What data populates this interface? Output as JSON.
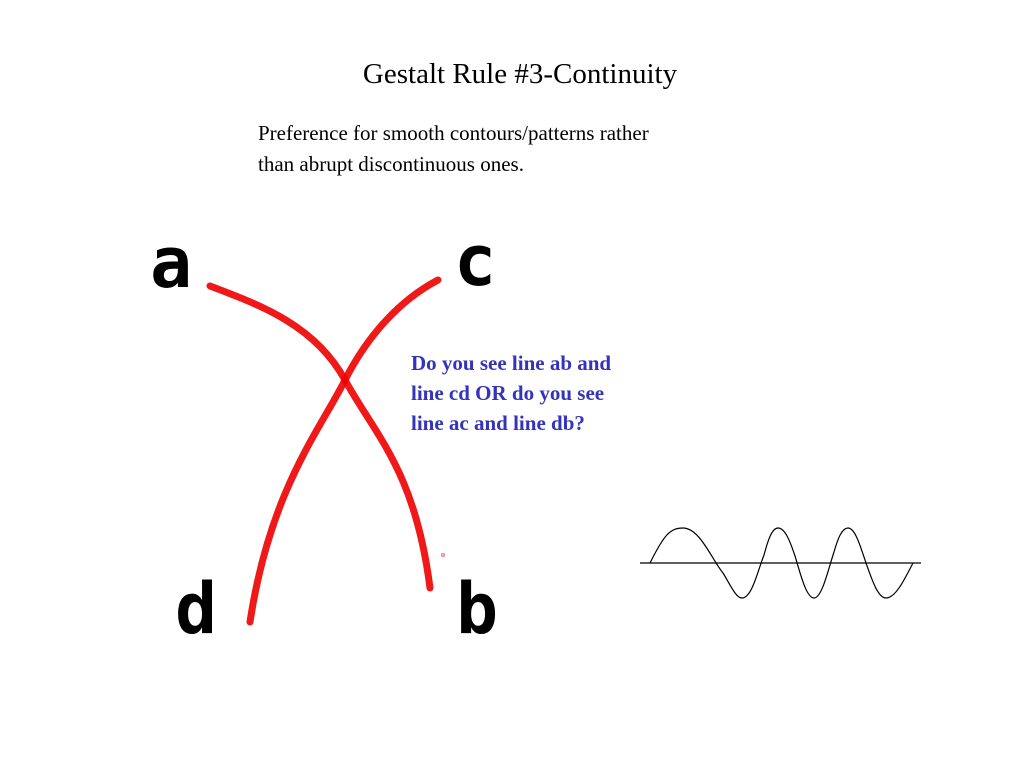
{
  "slide": {
    "title": "Gestalt Rule #3-Continuity",
    "body_lines": [
      "Preference for smooth contours/patterns rather",
      "than abrupt discontinuous ones."
    ],
    "question_lines": [
      "Do you see line ab and",
      "line cd OR do you see",
      "line ac and line db?"
    ],
    "question_color": "#3333bb"
  },
  "figure": {
    "labels": {
      "a": "a",
      "b": "b",
      "c": "c",
      "d": "d"
    },
    "line_color": "#ee0000",
    "wave_color": "#000000"
  }
}
